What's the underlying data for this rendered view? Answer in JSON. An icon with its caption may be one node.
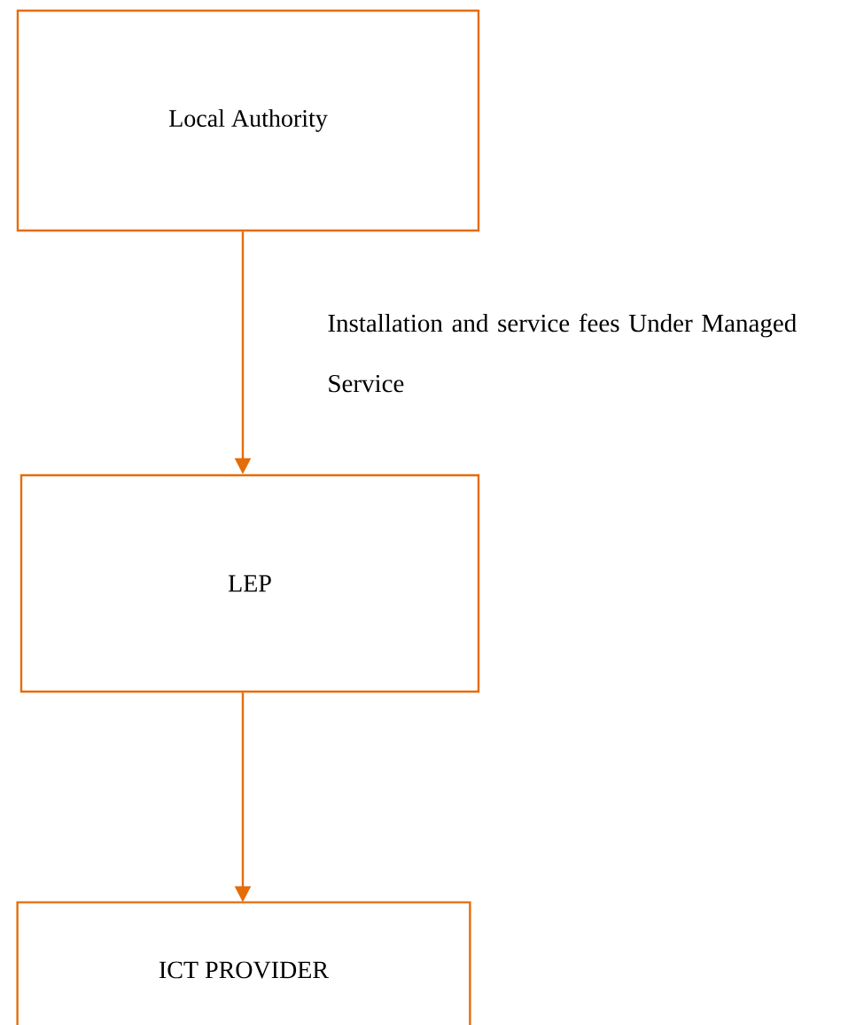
{
  "diagram": {
    "nodes": [
      {
        "text": [
          "Local Authority"
        ]
      },
      {
        "text": [
          "LEP"
        ]
      },
      {
        "text": [
          "ICT PROVIDER"
        ]
      }
    ],
    "edges": [
      {
        "from": 0,
        "to": 1,
        "arrow": "to",
        "label": "Installation and service fees Under Managed Service"
      },
      {
        "from": 1,
        "to": 2,
        "arrow": "to"
      }
    ]
  }
}
